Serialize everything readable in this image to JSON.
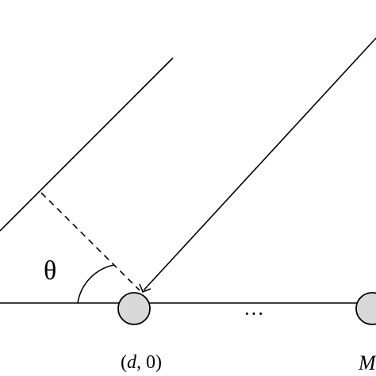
{
  "diagram": {
    "angle_symbol": "θ",
    "dots_label": "···",
    "sensor_label_prefix": "(",
    "sensor_label_var": "d",
    "sensor_label_suffix": ", 0)",
    "last_sensor_label": "M",
    "colors": {
      "line": "#000000",
      "sensor_fill": "#d9d9d9",
      "background": "#ffffff"
    }
  }
}
